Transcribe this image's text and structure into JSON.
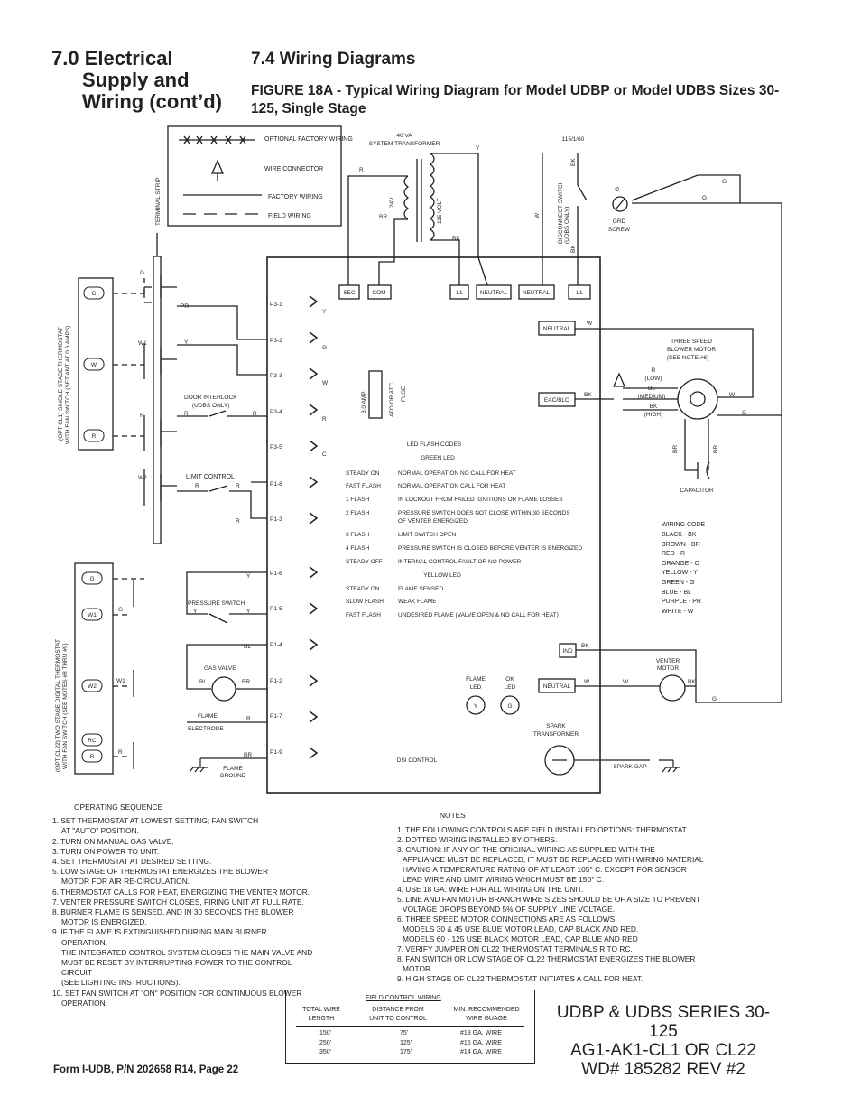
{
  "section": {
    "title_lines": [
      "7.0 Electrical",
      "Supply and",
      "Wiring (cont’d)"
    ]
  },
  "subsection": {
    "title": "7.4 Wiring Diagrams"
  },
  "figure": {
    "title": "FIGURE 18A - Typical Wiring Diagram for Model UDBP or Model UDBS Sizes 30-125, Single Stage"
  },
  "legend": {
    "optional_factory_wiring": "OPTIONAL FACTORY WIRING",
    "wire_connector": "WIRE CONNECTOR",
    "factory_wiring": "FACTORY WIRING",
    "field_wiring": "FIELD WIRING"
  },
  "labels": {
    "terminal_strip": "TERMINAL STRIP",
    "transformer_top": "40 VA",
    "transformer_bottom": "SYSTEM TRANSFORMER",
    "v24": "24V",
    "v115": "115 VOLT",
    "supply": "115/1/60",
    "disconnect_1": "DISCONNECT SWITCH",
    "disconnect_2": "(UDBS ONLY)",
    "grd_1": "GRD",
    "grd_2": "SCREW",
    "thermostat1_1": "(OPT CL1) SINGLE STAGE THERMOSTAT",
    "thermostat1_2": "WITH FAN SWITCH (SET ANT AT 0.6 AMPS)",
    "thermostat2_1": "(OPT CL22) TWO STAGE DIGITAL THERMOSTAT",
    "thermostat2_2": "WITH FAN SWITCH (SEE NOTES #8 THRU #9)",
    "door_interlock_1": "DOOR INTERLOCK",
    "door_interlock_2": "(UDBS ONLY)",
    "limit_control": "LIMIT CONTROL",
    "pressure_switch": "PRESSURE SWITCH",
    "gas_valve": "GAS VALVE",
    "flame": "FLAME",
    "electrode": "ELECTRODE",
    "flame_ground_1": "FLAME",
    "flame_ground_2": "GROUND",
    "fuse_amp": "3.0 AMP",
    "fuse_type_1": "ATO OR ATC",
    "fuse_type_2": "FUSE",
    "blower_1": "THREE SPEED",
    "blower_2": "BLOWER MOTOR",
    "blower_3": "(SEE NOTE #6)",
    "capacitor": "CAPACITOR",
    "venter_1": "VENTER",
    "venter_2": "MOTOR",
    "spark_1": "SPARK",
    "spark_2": "TRANSFORMER",
    "spark_gap": "SPARK GAP",
    "dsi_control": "DSI CONTROL",
    "flame_led_1": "FLAME",
    "flame_led_2": "LED",
    "ok_led_1": "OK",
    "ok_led_2": "LED",
    "speed_low_1": "R",
    "speed_low_2": "(LOW)",
    "speed_med_1": "BL",
    "speed_med_2": "(MEDIUM)",
    "speed_high_1": "BK",
    "speed_high_2": "(HIGH)"
  },
  "terminals": {
    "sec": "SEC",
    "com": "COM",
    "l1a": "L1",
    "neutral_a": "NEUTRAL",
    "neutral_b": "NEUTRAL",
    "l1b": "L1",
    "neutral_c": "NEUTRAL",
    "eac": "EAC/BLO",
    "ind": "IND",
    "neutral_d": "NEUTRAL",
    "led_y": "Y",
    "led_g": "G",
    "t1": [
      "G",
      "W",
      "R"
    ],
    "t2": [
      "G",
      "W1",
      "W2",
      "RC",
      "R"
    ]
  },
  "pins": {
    "p31": "P3-1",
    "p32": "P3-2",
    "p33": "P3-3",
    "p34": "P3-4",
    "p35": "P3-5",
    "p18": "P1-8",
    "p13": "P1-3",
    "p16": "P1-6",
    "p15": "P1-5",
    "p14": "P1-4",
    "p12": "P1-2",
    "p17": "P1-7",
    "p19": "P1-9",
    "y": "Y",
    "g": "G",
    "w": "W",
    "r": "R",
    "c": "C"
  },
  "wire_labels": {
    "g": "G",
    "w1": "W1",
    "r": "R",
    "w2": "W2",
    "pr": "PR",
    "y": "Y",
    "bl": "BL",
    "br": "BR",
    "bk": "BK",
    "w": "W"
  },
  "led_codes": {
    "title": "LED FLASH CODES",
    "green_heading": "GREEN LED",
    "yellow_heading": "YELLOW LED",
    "green": [
      [
        "STEADY ON",
        "NORMAL OPERATION NO CALL FOR HEAT"
      ],
      [
        "FAST FLASH",
        "NORMAL OPERATION CALL FOR HEAT"
      ],
      [
        "1 FLASH",
        "IN LOCKOUT FROM FAILED IGNITIONS OR FLAME LOSSES"
      ],
      [
        "2 FLASH",
        "PRESSURE SWITCH DOES NOT CLOSE WITHIN 30 SECONDS",
        "OF VENTER ENERGIZED"
      ],
      [
        "3 FLASH",
        "LIMIT SWITCH OPEN"
      ],
      [
        "4 FLASH",
        "PRESSURE SWITCH IS CLOSED BEFORE VENTER IS ENERGIZED"
      ],
      [
        "STEADY OFF",
        "INTERNAL CONTROL FAULT OR NO POWER"
      ]
    ],
    "yellow": [
      [
        "STEADY ON",
        "FLAME SENSED"
      ],
      [
        "SLOW FLASH",
        "WEAK FLAME"
      ],
      [
        "FAST FLASH",
        "UNDESIRED FLAME (VALVE OPEN & NO CALL FOR HEAT)"
      ]
    ]
  },
  "wiring_code": {
    "title": "WIRING CODE",
    "items": [
      "BLACK - BK",
      "BROWN - BR",
      "RED - R",
      "ORANGE - O",
      "YELLOW - Y",
      "GREEN - G",
      "BLUE - BL",
      "PURPLE - PR",
      "WHITE - W"
    ]
  },
  "operating_sequence": {
    "title": "OPERATING SEQUENCE",
    "items": [
      "1. SET THERMOSTAT AT LOWEST SETTING; FAN SWITCH\nAT \"AUTO\" POSITION.",
      "2. TURN ON MANUAL GAS VALVE.",
      "3. TURN ON POWER TO UNIT.",
      "4. SET THERMOSTAT AT DESIRED SETTING.",
      "5. LOW STAGE OF THERMOSTAT ENERGIZES THE BLOWER\nMOTOR FOR AIR RE-CIRCULATION.",
      "6. THERMOSTAT CALLS FOR HEAT, ENERGIZING THE VENTER MOTOR.",
      "7. VENTER PRESSURE SWITCH CLOSES, FIRING UNIT AT FULL RATE.",
      "8. BURNER FLAME IS SENSED, AND IN 30 SECONDS THE BLOWER\nMOTOR IS ENERGIZED.",
      "9. IF THE FLAME IS EXTINGUISHED DURING MAIN BURNER OPERATION,\nTHE INTEGRATED CONTROL SYSTEM CLOSES THE MAIN VALVE AND\nMUST BE RESET BY INTERRUPTING POWER TO THE CONTROL CIRCUIT\n(SEE LIGHTING INSTRUCTIONS).",
      "10. SET FAN SWITCH AT \"ON\" POSITION FOR CONTINUOUS BLOWER\nOPERATION."
    ]
  },
  "notes": {
    "title": "NOTES",
    "items": [
      "1. THE FOLLOWING CONTROLS ARE FIELD INSTALLED OPTIONS: THERMOSTAT",
      "2. DOTTED WIRING INSTALLED BY OTHERS.",
      "3. CAUTION:  IF ANY OF THE ORIGINAL WIRING AS SUPPLIED WITH THE\nAPPLIANCE MUST BE REPLACED, IT MUST BE REPLACED WITH WIRING MATERIAL\nHAVING A TEMPERATURE RATING OF AT LEAST 105° C. EXCEPT FOR SENSOR\nLEAD WIRE AND LIMIT WIRING WHICH MUST BE 150° C.",
      "4. USE 18 GA. WIRE FOR ALL WIRING ON THE UNIT.",
      "5. LINE AND FAN MOTOR BRANCH WIRE SIZES SHOULD BE OF A SIZE TO PREVENT\nVOLTAGE DROPS BEYOND 5% OF SUPPLY LINE VOLTAGE.",
      "6. THREE SPEED MOTOR CONNECTIONS ARE AS FOLLOWS:\nMODELS 30 & 45    USE BLUE MOTOR LEAD, CAP BLACK AND RED.\nMODELS 60 - 125    USE BLACK MOTOR LEAD, CAP BLUE AND RED",
      "7. VERIFY JUMPER ON CL22 THERMOSTAT TERMINALS R TO RC.",
      "8. FAN SWITCH OR LOW STAGE OF CL22 THERMOSTAT ENERGIZES THE BLOWER MOTOR.",
      "9. HIGH STAGE OF CL22 THERMOSTAT INITIATES A CALL FOR HEAT."
    ]
  },
  "wire_table": {
    "caption": "FIELD CONTROL WIRING",
    "headers": [
      [
        "TOTAL WIRE",
        "LENGTH"
      ],
      [
        "DISTANCE FROM",
        "UNIT TO CONTROL"
      ],
      [
        "MIN. RECOMMENDED",
        "WIRE GUAGE"
      ]
    ],
    "total_length": [
      "150'",
      "250'",
      "350'"
    ],
    "distance": [
      "75'",
      "125'",
      "175'"
    ],
    "gauge": [
      "#18 GA. WIRE",
      "#16 GA. WIRE",
      "#14 GA. WIRE"
    ]
  },
  "model_block": {
    "lines": [
      "UDBP & UDBS SERIES 30-125",
      "AG1-AK1-CL1 OR CL22",
      "WD# 185282 REV #2"
    ]
  },
  "footer": {
    "text": "Form I-UDB, P/N 202658 R14, Page 22"
  }
}
